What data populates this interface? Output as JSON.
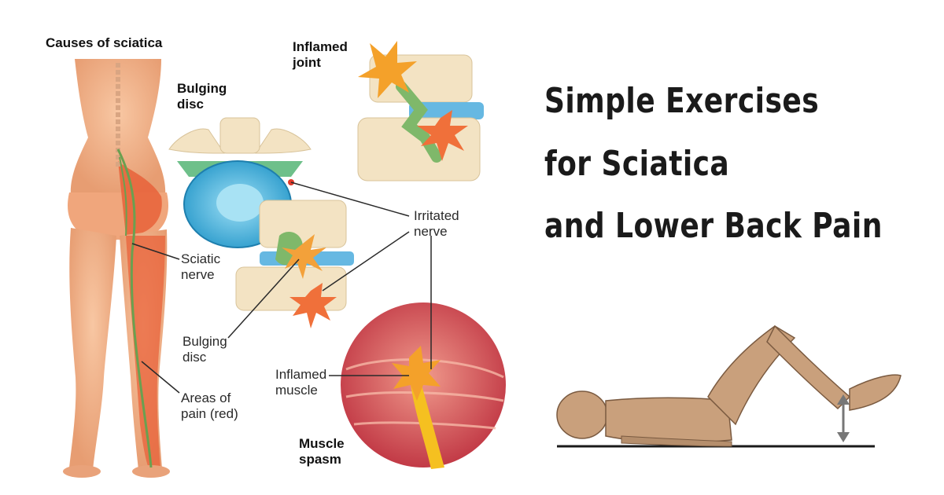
{
  "illustration": {
    "heading": "Causes of sciatica",
    "labels": {
      "inflamed_joint_1": "Inflamed",
      "inflamed_joint_2": "joint",
      "bulging_disc_top_1": "Bulging",
      "bulging_disc_top_2": "disc",
      "irritated_nerve_1": "Irritated",
      "irritated_nerve_2": "nerve",
      "sciatic_nerve_1": "Sciatic",
      "sciatic_nerve_2": "nerve",
      "bulging_disc_bottom_1": "Bulging",
      "bulging_disc_bottom_2": "disc",
      "inflamed_muscle_1": "Inflamed",
      "inflamed_muscle_2": "muscle",
      "areas_of_pain_1": "Areas of",
      "areas_of_pain_2": "pain (red)",
      "muscle_spasm_1": "Muscle",
      "muscle_spasm_2": "spasm"
    }
  },
  "headline": {
    "line1": "Simple Exercises",
    "line2": "for Sciatica",
    "line3": "and Lower Back Pain"
  },
  "colors": {
    "skin": "#f2b48a",
    "pain": "#e8623a",
    "disc_blue": "#4fb6e0",
    "bone": "#f3e3c3",
    "muscle": "#d9505a",
    "nerve": "#f5c020",
    "figure": "#c9a07c"
  }
}
